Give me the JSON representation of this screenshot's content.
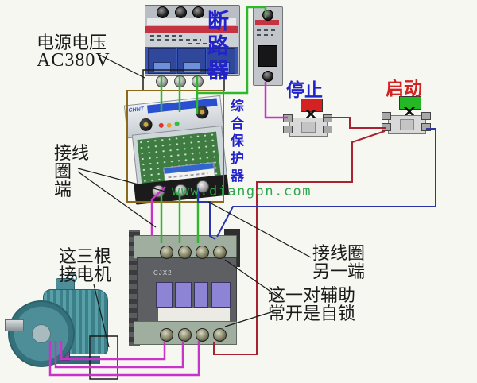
{
  "watermark": {
    "text": "www.diangon.com",
    "color": "#2ea84c"
  },
  "labels": {
    "power_voltage_line1": "电源电压",
    "power_voltage_line2": "AC380V",
    "breaker_vertical": "断路器",
    "protector_vertical": "综合保护器",
    "stop_button": "停止",
    "start_button": "启动",
    "coil_terminal_line1": "接线",
    "coil_terminal_line2": "圈",
    "coil_terminal_line3": "端",
    "motor_wires_line1": "这三根",
    "motor_wires_line2": "接电机",
    "coil_other_end_line1": "接线圈",
    "coil_other_end_line2": "另一端",
    "aux_contact_line1": "这一对辅助",
    "aux_contact_line2": "常开是自锁"
  },
  "devices": {
    "protector_brand": "CHNT",
    "contactor_model": "CJX2"
  },
  "colors": {
    "wire_green": "#2eb82e",
    "wire_magenta": "#c734c7",
    "wire_red": "#a82331",
    "wire_blue": "#2a35a8",
    "box_brown": "#8a6a1a",
    "leader_black": "#1a1a1a",
    "label_blue": "#2323cc",
    "label_red": "#d42222",
    "watermark_green": "#2ea84c",
    "stop_cap_red": "#d42222",
    "start_cap_green": "#24b824"
  }
}
